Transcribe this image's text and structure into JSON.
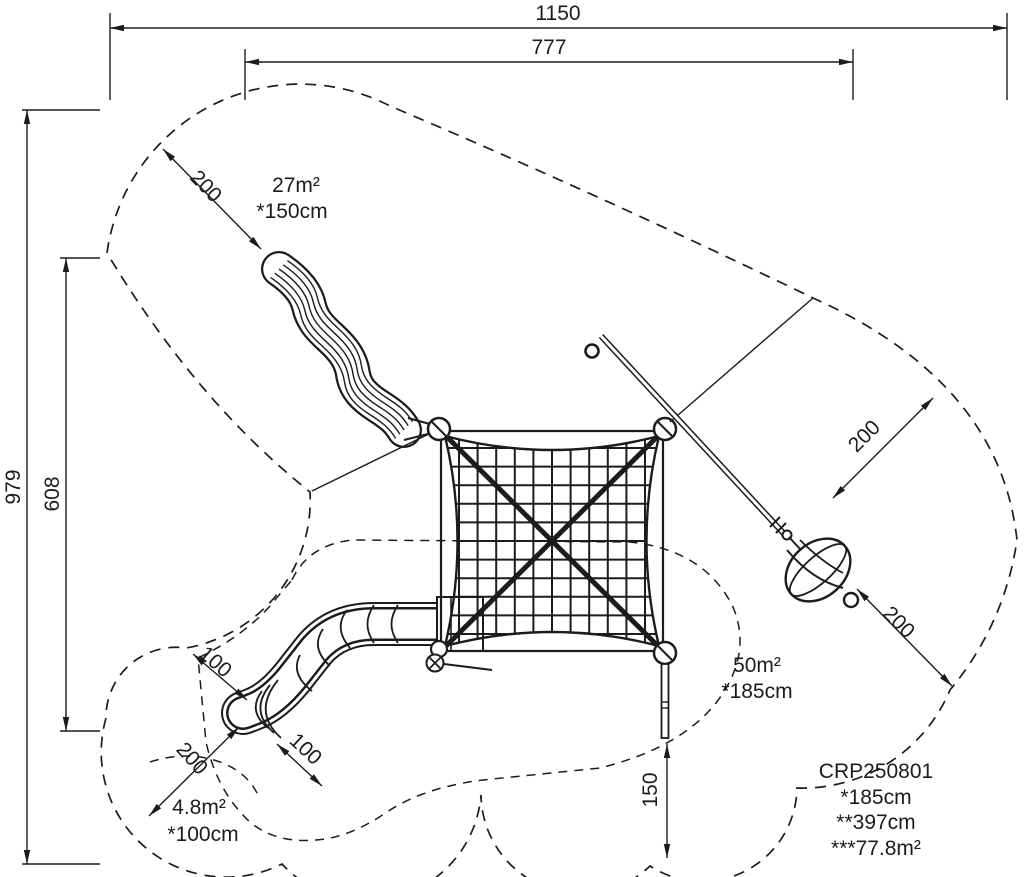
{
  "drawing": {
    "product": {
      "code": "CRP250801",
      "spec1": "*185cm",
      "spec2": "**397cm",
      "spec3": "***77.8m²"
    },
    "dims": {
      "overall_width": "1150",
      "inner_width": "777",
      "overall_height": "979",
      "inner_height": "608",
      "clearance_200": "200",
      "slide_100": "100",
      "anchor_150": "150"
    },
    "zones": {
      "top_area": "27m²",
      "top_height": "*150cm",
      "right_area": "50m²",
      "right_height": "*185cm",
      "slide_area": "4.8m²",
      "slide_height": "*100cm"
    },
    "ink_color": "#1c1c1c",
    "background_color": "#ffffff"
  }
}
